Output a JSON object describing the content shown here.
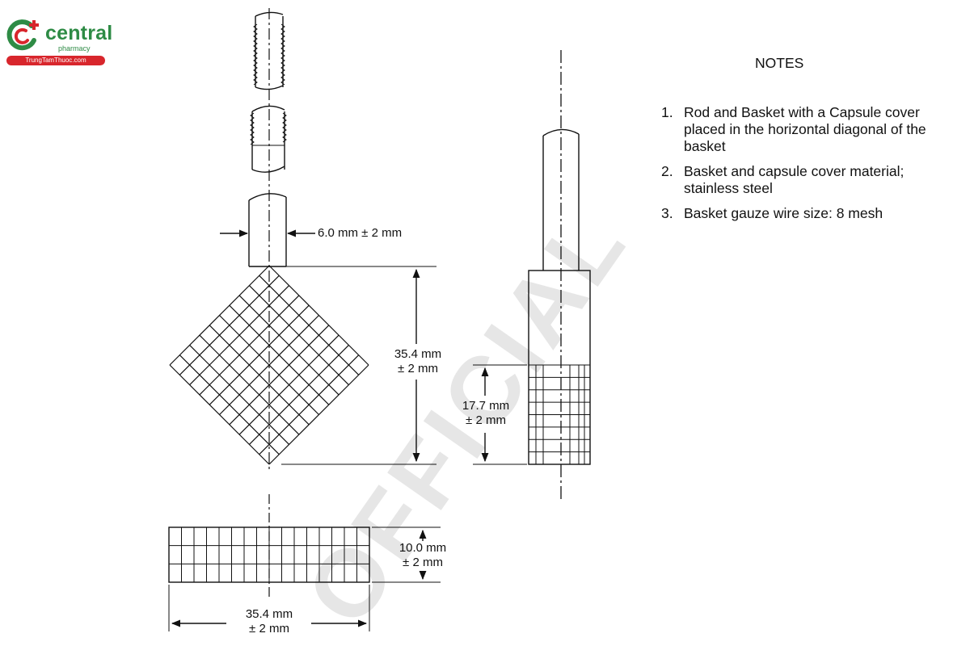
{
  "logo": {
    "brand": "central",
    "sub": "pharmacy",
    "site": "TrungTamThuoc.com",
    "colors": {
      "green": "#2e8b45",
      "red": "#d8262c"
    }
  },
  "watermark": {
    "text": "OFFICIAL",
    "color": "#e6e6e6"
  },
  "notes": {
    "title": "NOTES",
    "items": [
      {
        "num": "1.",
        "text": "Rod and Basket with a Capsule cover placed in the horizontal diagonal of the basket"
      },
      {
        "num": "2.",
        "text": "Basket and capsule cover material; stainless steel"
      },
      {
        "num": "3.",
        "text": "Basket gauze wire size: 8 mesh"
      }
    ]
  },
  "dimensions": {
    "rod_diameter": "6.0 mm ± 2 mm",
    "basket_height_line1": "35.4 mm",
    "basket_height_line2": "± 2 mm",
    "side_height_line1": "17.7 mm",
    "side_height_line2": "± 2 mm",
    "bottom_height_line1": "10.0 mm",
    "bottom_height_line2": "± 2 mm",
    "bottom_width_line1": "35.4 mm",
    "bottom_width_line2": "± 2 mm"
  }
}
